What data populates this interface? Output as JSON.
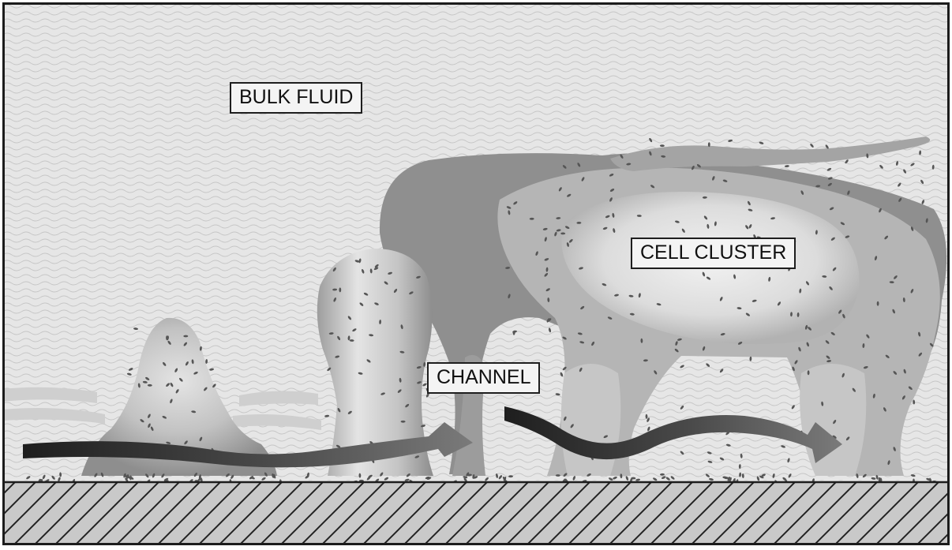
{
  "labels": {
    "bulk_fluid": "BULK FLUID",
    "cell_cluster": "CELL CLUSTER",
    "channel": "CHANNEL"
  },
  "colors": {
    "fluid_background": "#e6e6e6",
    "biofilm_dark": "#8d8d8d",
    "biofilm_mid": "#b3b3b3",
    "biofilm_light": "#e2e2e2",
    "substratum": "#c9c9c9",
    "hatch": "#222222",
    "flow_arrow": "#2e2e2e"
  }
}
